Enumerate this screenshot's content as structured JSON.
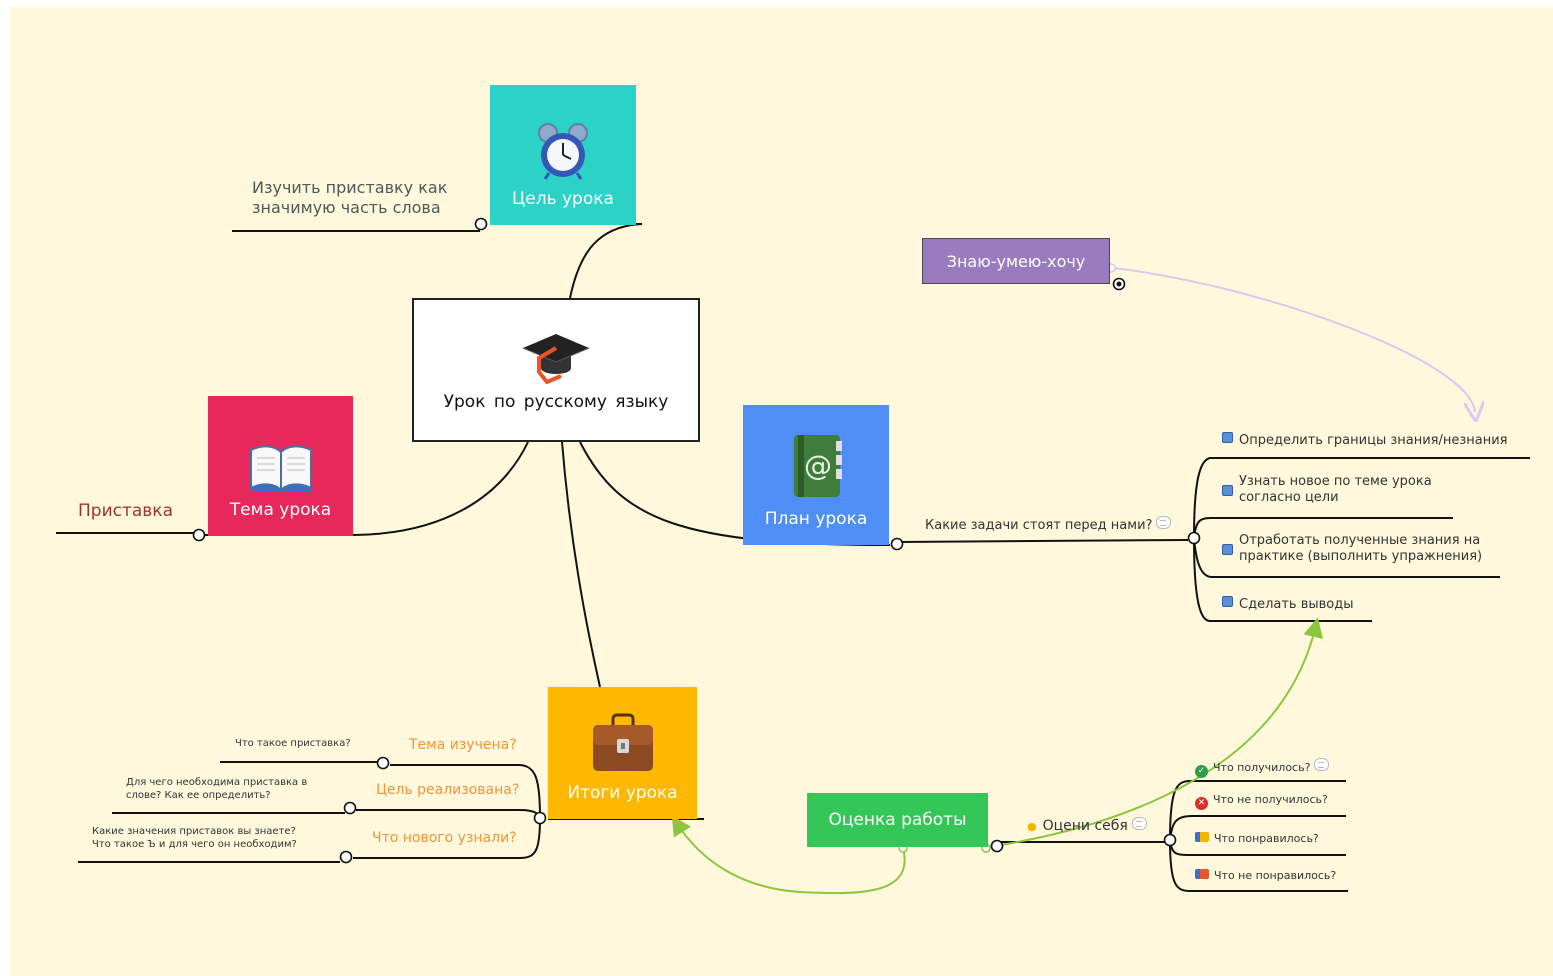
{
  "central": {
    "title": "Урок по русскому языку",
    "icon": "graduation-cap-icon"
  },
  "topics": {
    "goal": {
      "title": "Цель урока",
      "color": "#2ad3c5",
      "icon": "alarm-clock-icon",
      "note": "Изучить приставку как\nзначимую часть слова"
    },
    "theme": {
      "title": "Тема урока",
      "color": "#e6295a",
      "icon": "open-book-icon",
      "note": "Приставка"
    },
    "plan": {
      "title": "План урока",
      "color": "#4f8ff5",
      "icon": "address-book-icon",
      "question": "Какие задачи стоят перед нами?",
      "items": [
        "Определить границы знания/незнания",
        "Узнать новое по теме урока\nсогласно цели",
        "Отработать полученные знания на\nпрактике (выполнить упражнения)",
        "Сделать выводы"
      ]
    },
    "results": {
      "title": "Итоги урока",
      "color": "#ffb800",
      "icon": "briefcase-icon",
      "items": [
        {
          "label": "Тема изучена?",
          "detail": "Что такое приставка?"
        },
        {
          "label": "Цель реализована?",
          "detail": "Для чего необходима приставка в\nслове? Как ее определить?"
        },
        {
          "label": "Что нового узнали?",
          "detail": "Какие значения приставок вы знаете?\nЧто такое Ъ и для чего он необходим?"
        }
      ]
    }
  },
  "floating": {
    "kwl": {
      "title": "Знаю-умею-хочу",
      "color": "#9b7bbf"
    },
    "evaluation": {
      "title": "Оценка работы",
      "color": "#34c757",
      "sub": "Оцени себя",
      "items": [
        {
          "label": "Что получилось?",
          "marker": "check-icon"
        },
        {
          "label": "Что не получилось?",
          "marker": "cross-icon"
        },
        {
          "label": "Что понравилось?",
          "marker": "thumbs-up-icon"
        },
        {
          "label": "Что не понравилось?",
          "marker": "thumbs-down-icon"
        }
      ]
    }
  },
  "colors": {
    "note_text": "#4a5a58",
    "accent_orange": "#f0953a",
    "relation_purple": "#d9c8f0",
    "relation_green": "#8cc63f"
  }
}
